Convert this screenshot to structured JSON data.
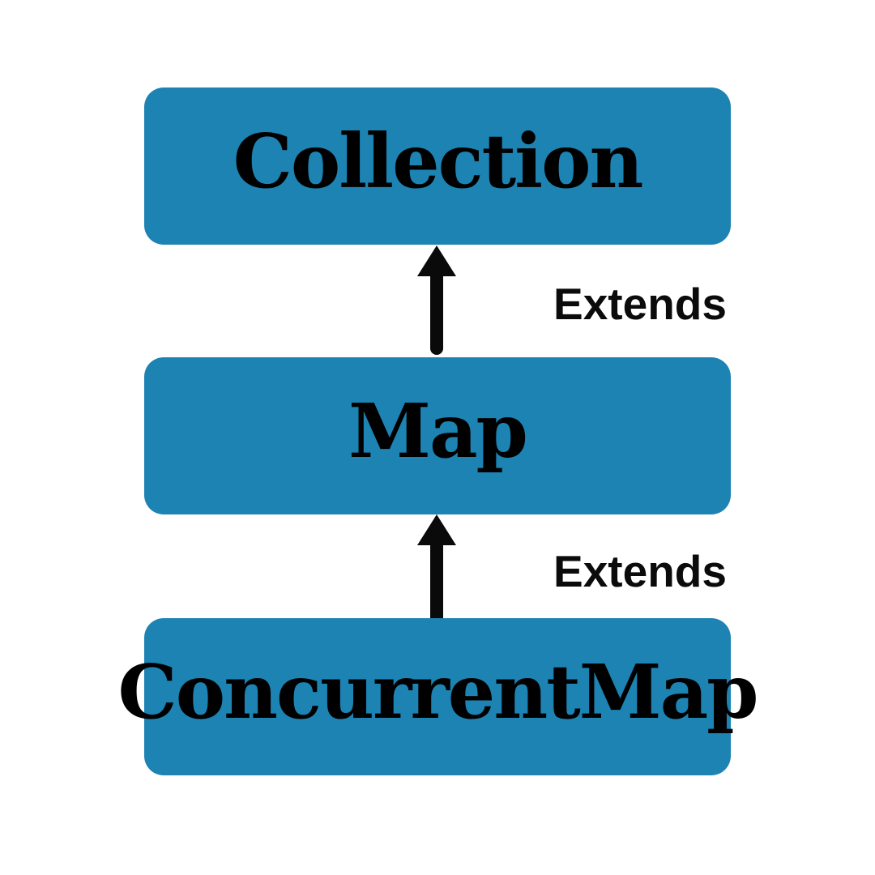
{
  "diagram": {
    "type": "class-hierarchy",
    "nodes": [
      {
        "id": "collection",
        "label": "Collection"
      },
      {
        "id": "map",
        "label": "Map"
      },
      {
        "id": "concurrentmap",
        "label": "ConcurrentMap"
      }
    ],
    "edges": [
      {
        "from": "map",
        "to": "collection",
        "label": "Extends",
        "direction": "up"
      },
      {
        "from": "concurrentmap",
        "to": "map",
        "label": "Extends",
        "direction": "up"
      }
    ],
    "colors": {
      "node_background": "#1C83B3",
      "node_text": "#000000",
      "arrow": "#0a0a0a",
      "label_text": "#0b0b0b",
      "page_background": "#ffffff"
    }
  }
}
